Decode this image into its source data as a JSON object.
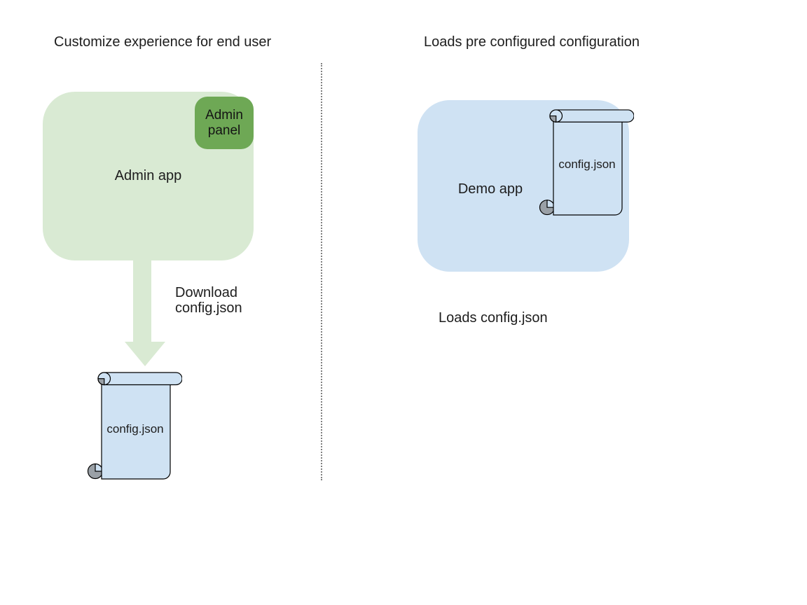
{
  "diagram": {
    "left": {
      "title": "Customize experience for end user",
      "admin_app_label": "Admin app",
      "admin_panel_label": "Admin panel",
      "arrow_caption": "Download\nconfig.json",
      "config_file_label": "config.json"
    },
    "right": {
      "title": "Loads pre configured configuration",
      "demo_app_label": "Demo app",
      "config_file_label": "config.json",
      "caption": "Loads config.json"
    },
    "colors": {
      "admin_app_fill": "#d9ead3",
      "admin_panel_fill": "#6ea855",
      "demo_app_fill": "#cfe2f3",
      "scroll_fill": "#cfe2f3",
      "scroll_curl_fill": "#9aa0a6",
      "arrow_fill": "#d9ead3",
      "outline": "#000000",
      "divider": "#808080",
      "text": "#1d1d1d"
    }
  }
}
